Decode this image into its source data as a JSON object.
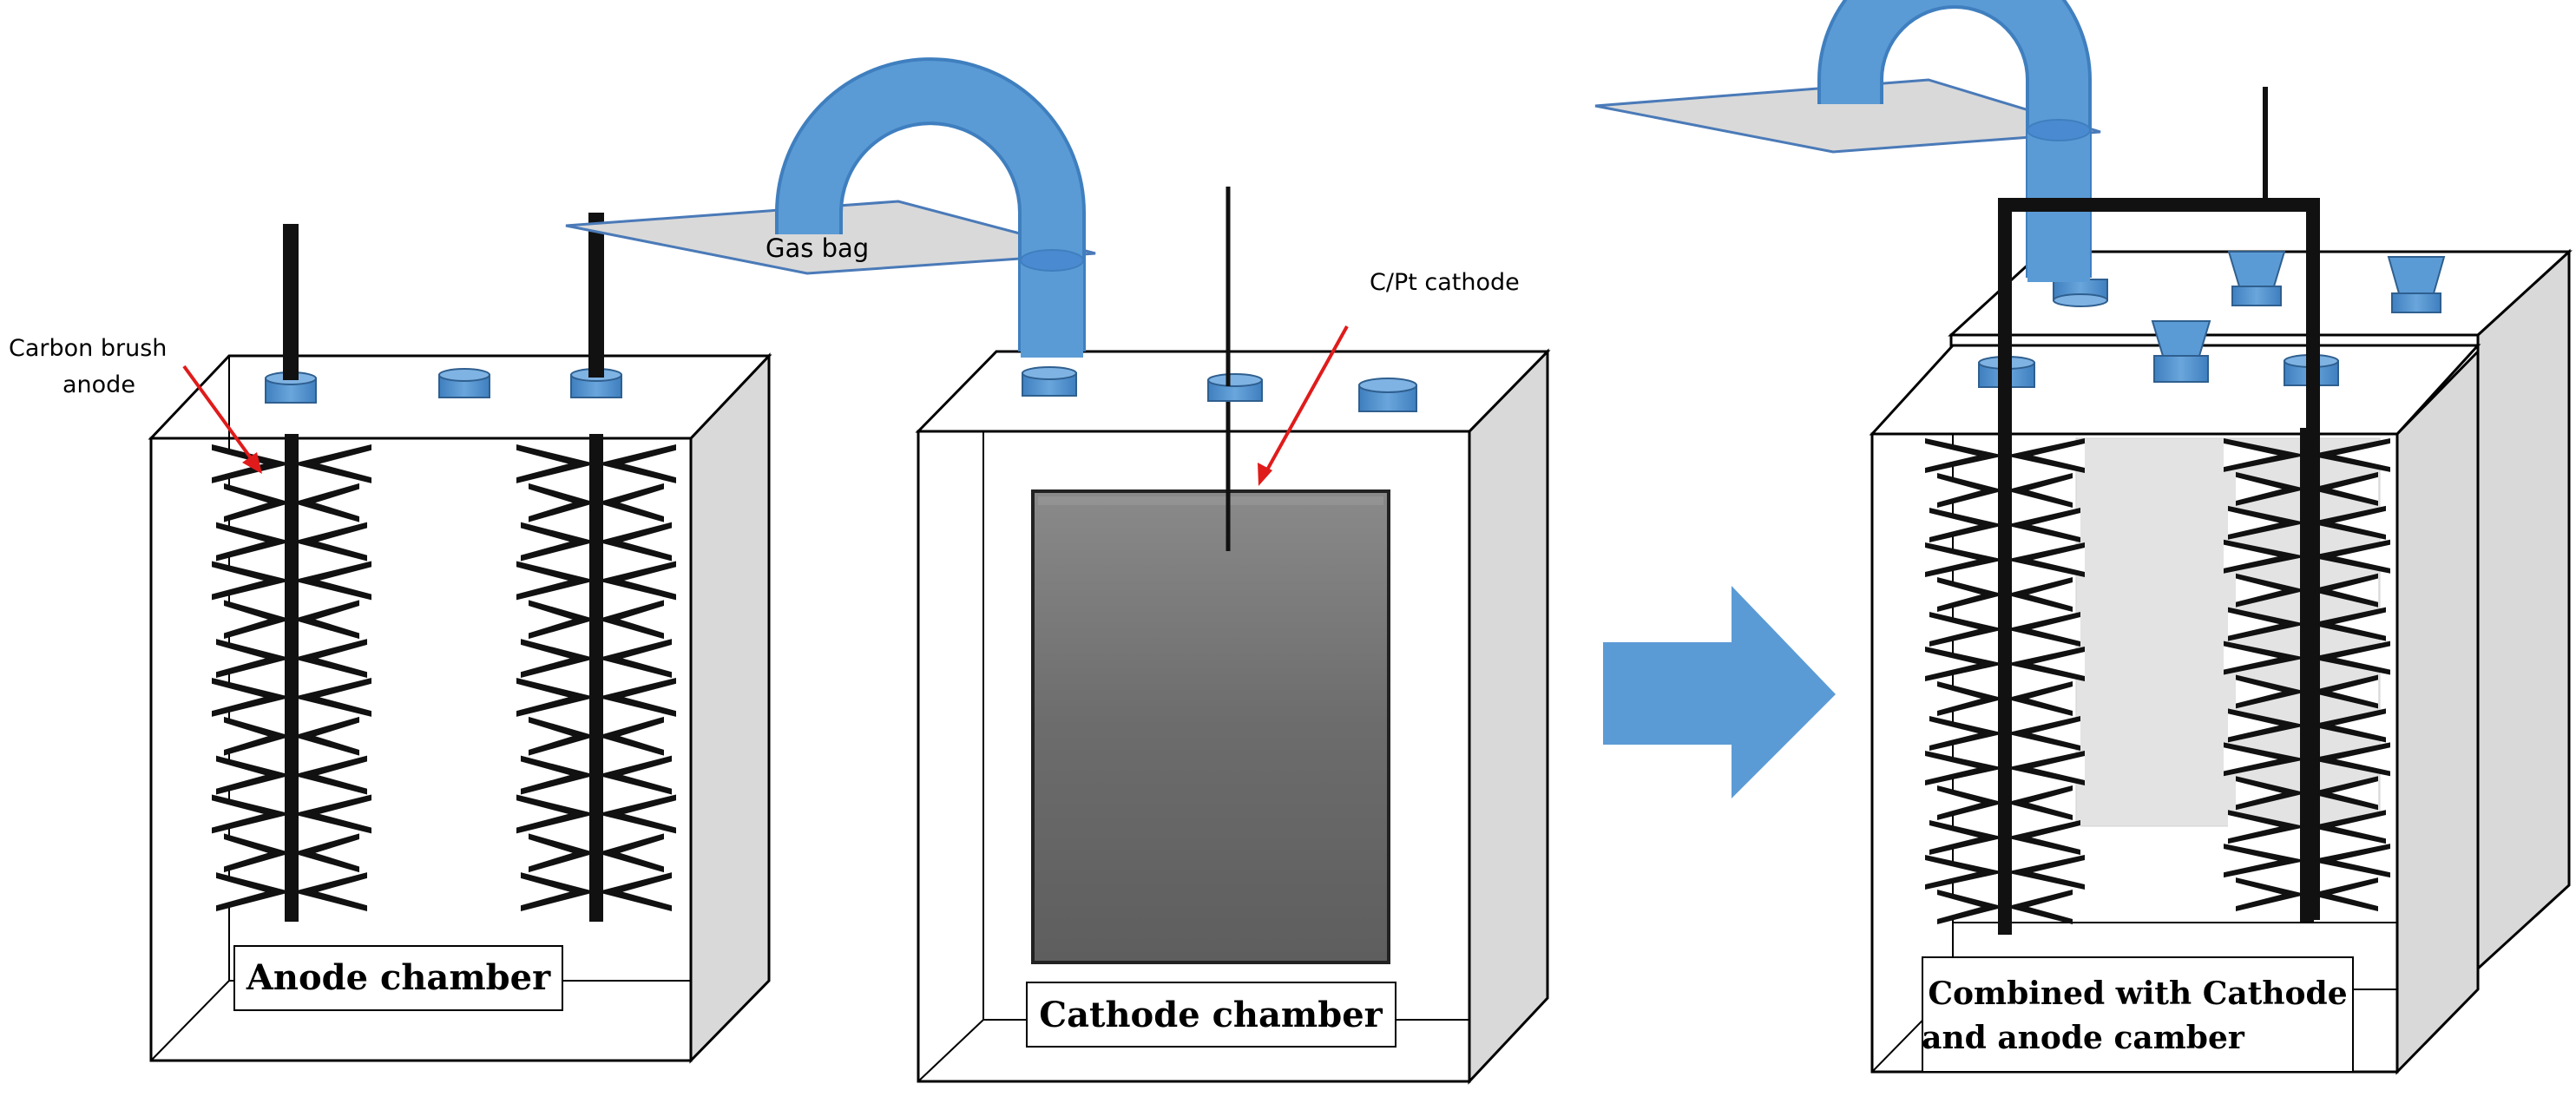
{
  "labels": {
    "carbon_brush_line1": "Carbon brush",
    "carbon_brush_line2": "anode",
    "gas_bag": "Gas bag",
    "cpt_cathode": "C/Pt cathode",
    "anode_chamber": "Anode chamber",
    "cathode_chamber": "Cathode chamber",
    "combined_line1": "Combined with Cathode",
    "combined_line2": "and anode camber"
  },
  "colors": {
    "tube_blue": "#5b9bd5",
    "tube_blue_dark": "#3f7fbf",
    "arrow_blue": "#5b9bd5",
    "gas_bag_fill": "#d9d9d9",
    "gas_bag_stroke": "#4a7ab8",
    "cathode_plate": "#6f6f6f",
    "side_panel": "#d9d9d9",
    "pointer_red": "#e01b1b",
    "brush": "#111111"
  }
}
